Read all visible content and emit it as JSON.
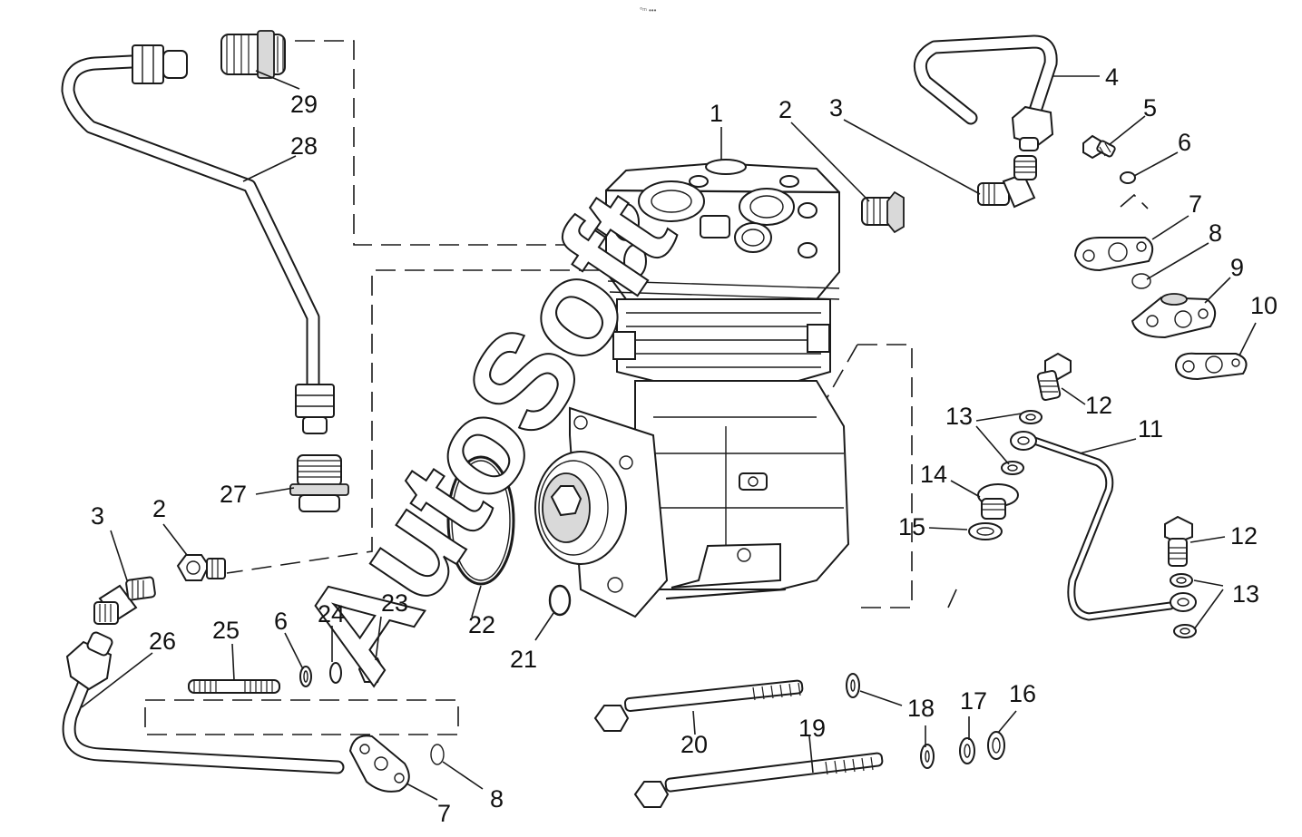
{
  "watermark": "AutoSoft",
  "top_mark": "°ᵐ •••",
  "callouts": {
    "c1": "1",
    "c2a": "2",
    "c3a": "3",
    "c4": "4",
    "c5": "5",
    "c6a": "6",
    "c7a": "7",
    "c8a": "8",
    "c9": "9",
    "c10": "10",
    "c11": "11",
    "c12a": "12",
    "c12b": "12",
    "c13a": "13",
    "c13b": "13",
    "c14": "14",
    "c15": "15",
    "c16": "16",
    "c17": "17",
    "c18": "18",
    "c19": "19",
    "c20": "20",
    "c21": "21",
    "c22": "22",
    "c23": "23",
    "c24": "24",
    "c25": "25",
    "c26": "26",
    "c27": "27",
    "c28": "28",
    "c29": "29",
    "c2b": "2",
    "c3b": "3",
    "c6b": "6",
    "c7b": "7",
    "c8b": "8"
  }
}
